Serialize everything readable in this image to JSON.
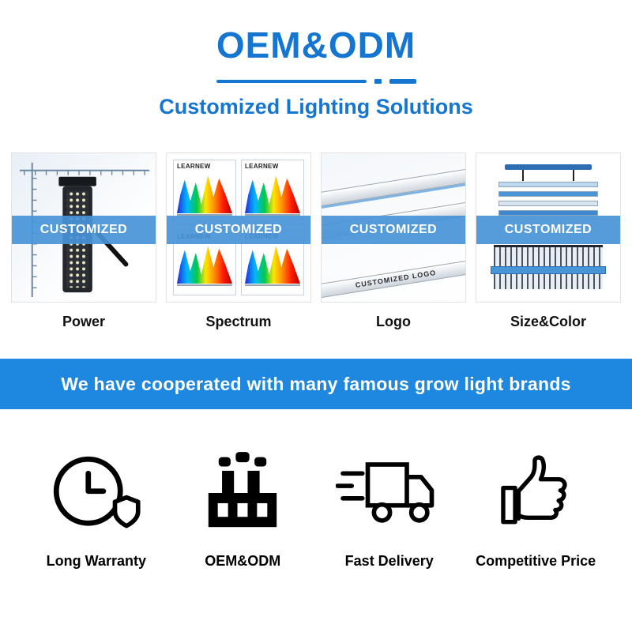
{
  "header": {
    "title": "OEM&ODM",
    "subtitle": "Customized Lighting Solutions"
  },
  "cards": [
    {
      "banner": "CUSTOMIZED",
      "label": "Power"
    },
    {
      "banner": "CUSTOMIZED",
      "label": "Spectrum",
      "brand": "LEARNEW"
    },
    {
      "banner": "CUSTOMIZED",
      "label": "Logo",
      "bar_text": "CUSTOMIZED LOGO"
    },
    {
      "banner": "CUSTOMIZED",
      "label": "Size&Color"
    }
  ],
  "banner": {
    "text": "We have cooperated with many famous grow light brands"
  },
  "features": [
    {
      "icon": "clock-shield-icon",
      "label": "Long Warranty"
    },
    {
      "icon": "factory-icon",
      "label": "OEM&ODM"
    },
    {
      "icon": "truck-icon",
      "label": "Fast Delivery"
    },
    {
      "icon": "thumbs-up-icon",
      "label": "Competitive Price"
    }
  ],
  "colors": {
    "accent": "#1576d2",
    "banner_bg": "#1e87e0",
    "card_overlay": "#4894d8"
  }
}
